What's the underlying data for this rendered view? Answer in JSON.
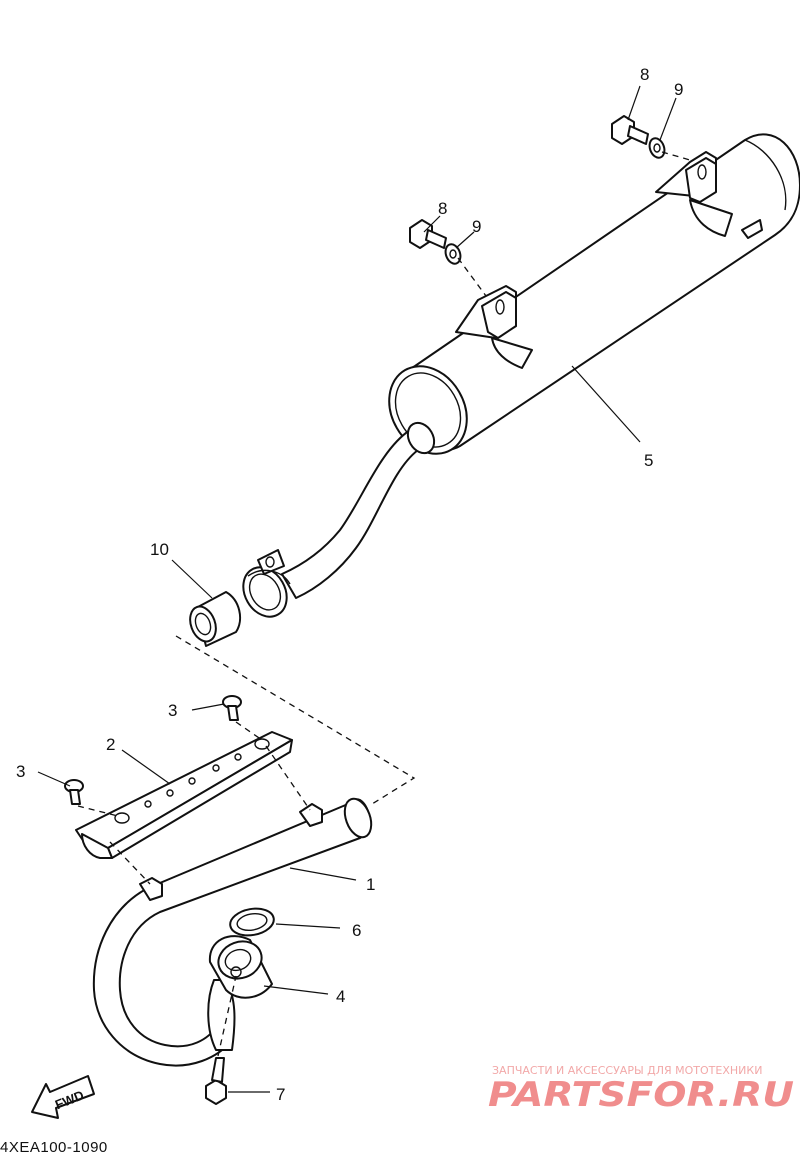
{
  "diagram": {
    "callouts": [
      "1",
      "2",
      "3",
      "3",
      "4",
      "5",
      "6",
      "7",
      "8",
      "8",
      "9",
      "9",
      "10"
    ],
    "direction_label": "FWD",
    "diagram_code": "4XEA100-1090"
  },
  "watermark": {
    "tagline": "ЗАПЧАСТИ И АКСЕССУАРЫ ДЛЯ МОТОТЕХНИКИ",
    "logo_text": "PARTSFOR.RU",
    "color": "#f08d8d"
  },
  "colors": {
    "line": "#111111",
    "background": "#ffffff"
  }
}
